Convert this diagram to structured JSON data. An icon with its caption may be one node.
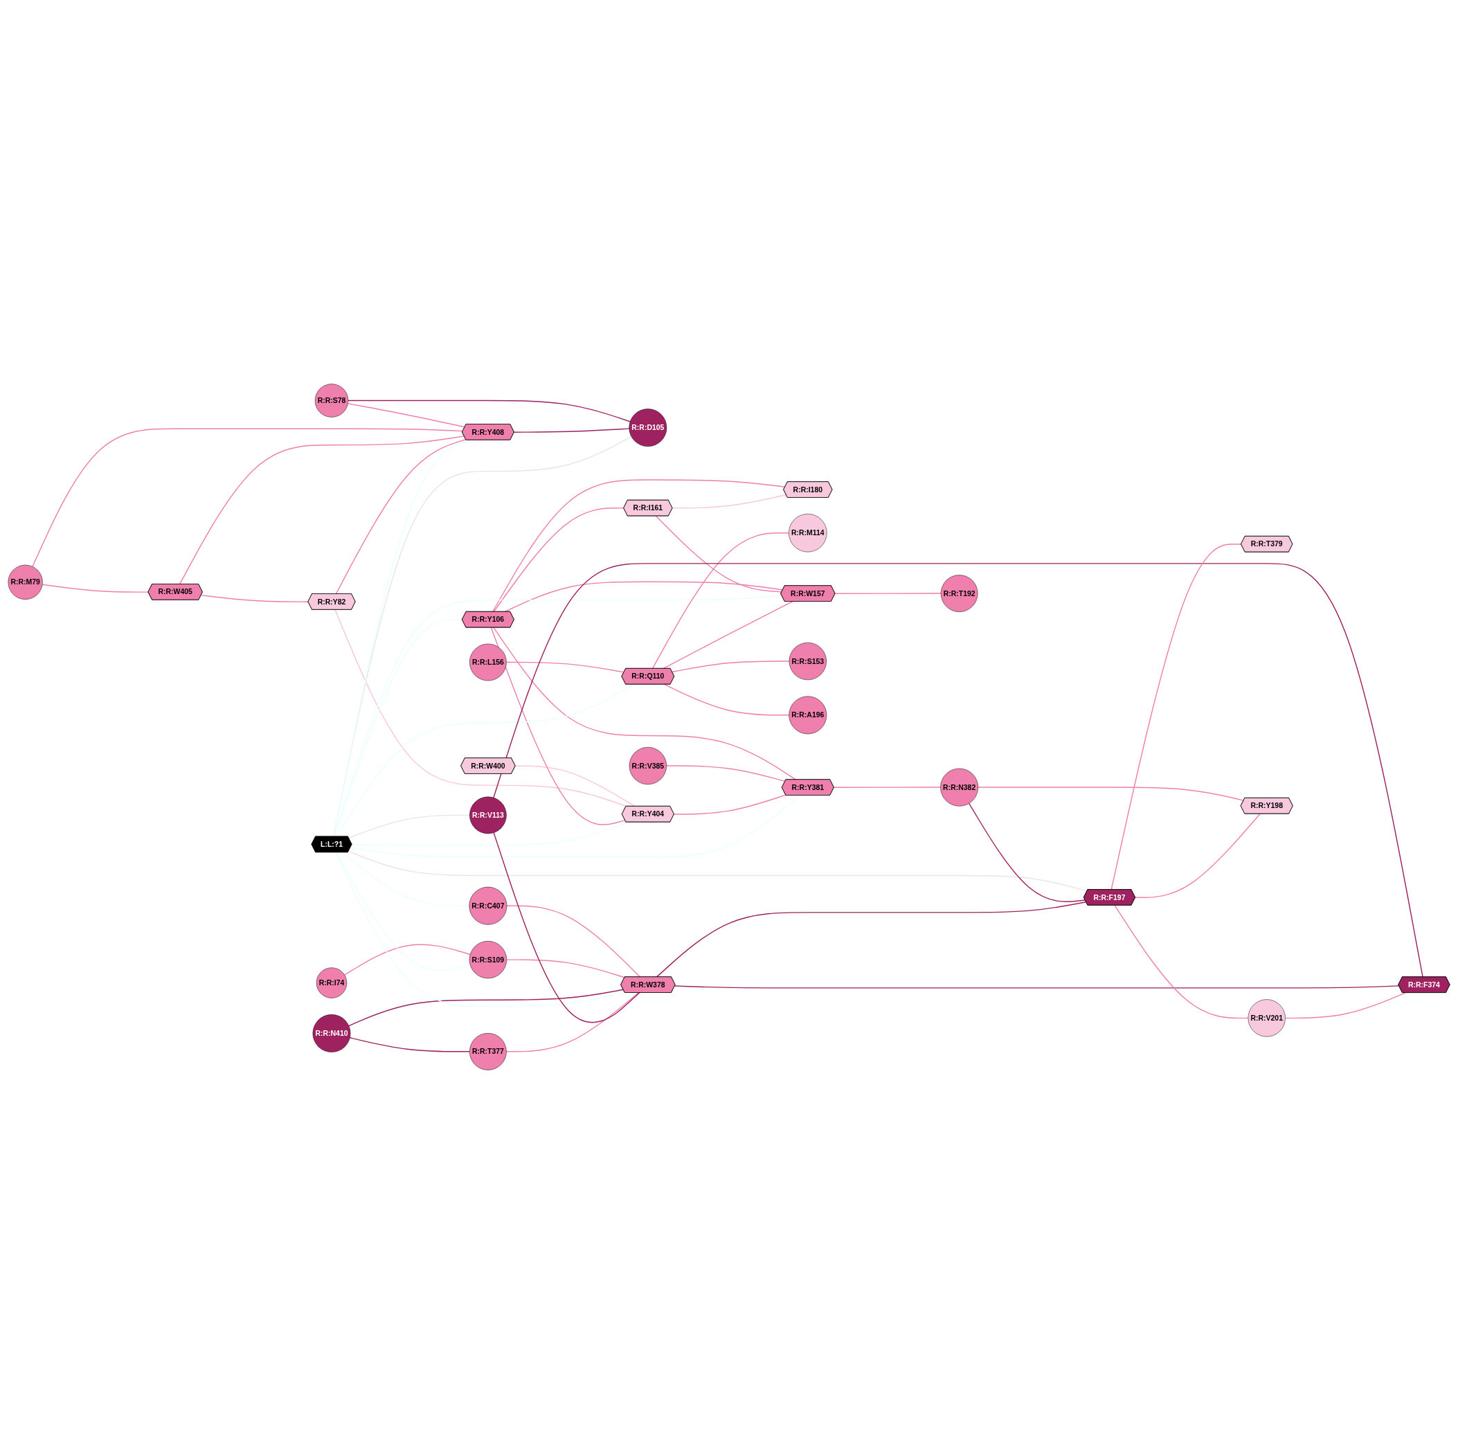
{
  "diagram": {
    "nodes": [
      {
        "text": [
          "R:R:I74"
        ]
      },
      {
        "text": [
          "R:R:L156"
        ]
      },
      {
        "text": [
          "R:R:S78"
        ]
      },
      {
        "text": [
          "R:R:M79"
        ]
      },
      {
        "text": [
          "R:R:W400"
        ]
      },
      {
        "text": [
          "R:R:W405"
        ]
      },
      {
        "text": [
          "R:R:Y82"
        ]
      },
      {
        "text": [
          "R:R:D105"
        ]
      },
      {
        "text": [
          "R:R:Y408"
        ]
      },
      {
        "text": [
          "R:R:Y106"
        ]
      },
      {
        "text": [
          "R:R:I161"
        ]
      },
      {
        "text": [
          "R:R:V385"
        ]
      },
      {
        "text": [
          "R:R:C407"
        ]
      },
      {
        "text": [
          "R:R:S109"
        ]
      },
      {
        "text": [
          "R:R:N410"
        ]
      },
      {
        "text": [
          "R:R:I180"
        ]
      },
      {
        "text": [
          "R:R:Y404"
        ]
      },
      {
        "text": [
          "L:L:?1"
        ]
      },
      {
        "text": [
          "R:R:Q110"
        ]
      },
      {
        "text": [
          "R:R:T377"
        ]
      },
      {
        "text": [
          "R:R:M114"
        ]
      },
      {
        "text": [
          "R:R:Y381"
        ]
      },
      {
        "text": [
          "R:R:V113"
        ]
      },
      {
        "text": [
          "R:R:N382"
        ]
      },
      {
        "text": [
          "R:R:W378"
        ]
      },
      {
        "text": [
          "R:R:W157"
        ]
      },
      {
        "text": [
          "R:R:S153"
        ]
      },
      {
        "text": [
          "R:R:F197"
        ]
      },
      {
        "text": [
          "R:R:T379"
        ]
      },
      {
        "text": [
          "R:R:A196"
        ]
      },
      {
        "text": [
          "R:R:V201"
        ]
      },
      {
        "text": [
          "R:R:F374"
        ]
      },
      {
        "text": [
          "R:R:Y198"
        ]
      },
      {
        "text": [
          "R:R:T192"
        ]
      }
    ],
    "edges": [
      {
        "from": 2,
        "to": 7,
        "arrow": "none",
        "color": "#9e2160"
      },
      {
        "from": 2,
        "to": 8,
        "arrow": "none"
      },
      {
        "from": 3,
        "to": 5,
        "arrow": "none"
      },
      {
        "from": 3,
        "to": 8,
        "arrow": "none"
      },
      {
        "from": 5,
        "to": 6,
        "arrow": "none"
      },
      {
        "from": 5,
        "to": 8,
        "arrow": "none"
      },
      {
        "from": 8,
        "to": 7,
        "arrow": "none",
        "color": "#9e2160"
      },
      {
        "from": 6,
        "to": 8,
        "arrow": "none"
      },
      {
        "from": 1,
        "to": 18,
        "arrow": "none"
      },
      {
        "from": 0,
        "to": 13,
        "arrow": "none"
      },
      {
        "from": 4,
        "to": 16,
        "arrow": "none",
        "color": "#f8c8dc"
      },
      {
        "from": 6,
        "to": 16,
        "arrow": "none",
        "color": "#f8c8dc"
      },
      {
        "from": 9,
        "to": 10,
        "arrow": "none"
      },
      {
        "from": 9,
        "to": 15,
        "arrow": "none"
      },
      {
        "from": 9,
        "to": 16,
        "arrow": "none"
      },
      {
        "from": 9,
        "to": 21,
        "arrow": "none"
      },
      {
        "from": 9,
        "to": 25,
        "arrow": "none"
      },
      {
        "from": 10,
        "to": 15,
        "arrow": "none",
        "color": "#f8c8dc"
      },
      {
        "from": 10,
        "to": 25,
        "arrow": "none"
      },
      {
        "from": 11,
        "to": 21,
        "arrow": "none"
      },
      {
        "from": 12,
        "to": 24,
        "arrow": "none"
      },
      {
        "from": 13,
        "to": 24,
        "arrow": "none"
      },
      {
        "from": 14,
        "to": 19,
        "arrow": "none",
        "color": "#9e2160"
      },
      {
        "from": 14,
        "to": 24,
        "arrow": "none",
        "color": "#9e2160"
      },
      {
        "from": 16,
        "to": 21,
        "arrow": "none"
      },
      {
        "from": 17,
        "to": 7,
        "arrow": "none",
        "color": "#e6e6e6"
      },
      {
        "from": 17,
        "to": 8,
        "arrow": "none",
        "color": "#eafffe"
      },
      {
        "from": 17,
        "to": 9,
        "arrow": "none",
        "color": "#eafffe"
      },
      {
        "from": 17,
        "to": 12,
        "arrow": "none",
        "color": "#eafffe"
      },
      {
        "from": 17,
        "to": 13,
        "arrow": "none",
        "color": "#eafffe"
      },
      {
        "from": 17,
        "to": 16,
        "arrow": "none",
        "color": "#eafffe"
      },
      {
        "from": 17,
        "to": 18,
        "arrow": "none",
        "color": "#eafffe"
      },
      {
        "from": 17,
        "to": 21,
        "arrow": "none",
        "color": "#eafffe"
      },
      {
        "from": 17,
        "to": 22,
        "arrow": "none",
        "color": "#e6e6e6"
      },
      {
        "from": 17,
        "to": 24,
        "arrow": "none",
        "color": "#eafffe"
      },
      {
        "from": 17,
        "to": 25,
        "arrow": "none",
        "color": "#eafffe"
      },
      {
        "from": 17,
        "to": 27,
        "arrow": "none",
        "color": "#e6e6e6"
      },
      {
        "from": 18,
        "to": 20,
        "arrow": "none"
      },
      {
        "from": 18,
        "to": 26,
        "arrow": "none"
      },
      {
        "from": 18,
        "to": 29,
        "arrow": "none"
      },
      {
        "from": 18,
        "to": 25,
        "arrow": "none"
      },
      {
        "from": 19,
        "to": 24,
        "arrow": "none"
      },
      {
        "from": 21,
        "to": 23,
        "arrow": "none"
      },
      {
        "from": 22,
        "to": 24,
        "arrow": "none",
        "color": "#9e2160"
      },
      {
        "from": 22,
        "to": 31,
        "arrow": "none",
        "color": "#9e2160"
      },
      {
        "from": 23,
        "to": 27,
        "arrow": "none",
        "color": "#9e2160"
      },
      {
        "from": 23,
        "to": 32,
        "arrow": "none"
      },
      {
        "from": 24,
        "to": 27,
        "arrow": "none",
        "color": "#9e2160"
      },
      {
        "from": 24,
        "to": 31,
        "arrow": "none",
        "color": "#9e2160"
      },
      {
        "from": 27,
        "to": 28,
        "arrow": "none"
      },
      {
        "from": 27,
        "to": 30,
        "arrow": "none"
      },
      {
        "from": 27,
        "to": 32,
        "arrow": "none"
      },
      {
        "from": 25,
        "to": 33,
        "arrow": "none"
      },
      {
        "from": 30,
        "to": 31,
        "arrow": "none"
      }
    ]
  }
}
